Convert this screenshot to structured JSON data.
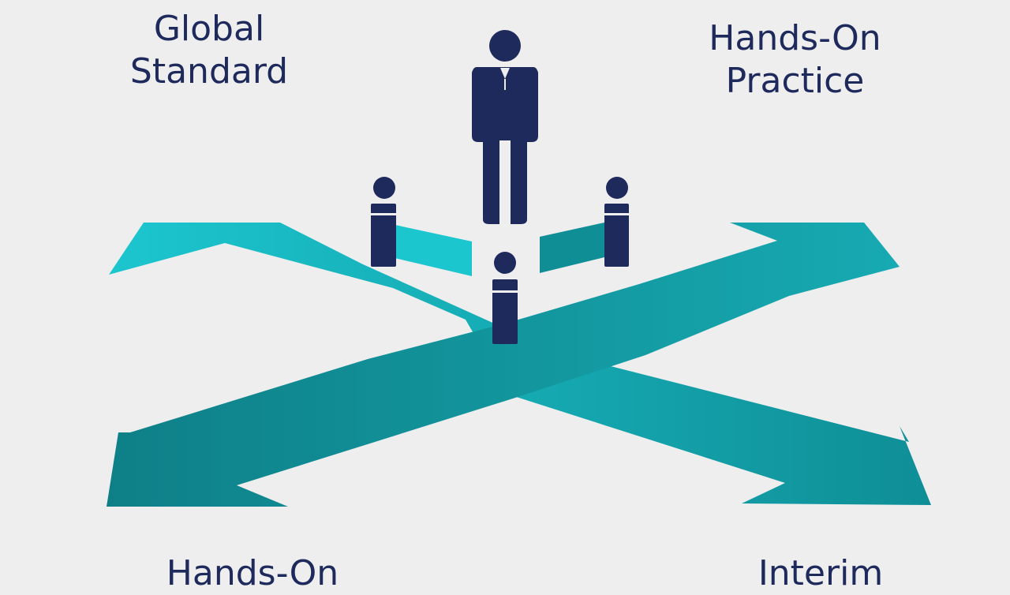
{
  "labels": {
    "top_left": [
      "Global",
      "Standard"
    ],
    "top_right": [
      "Hands-On",
      "Practice"
    ],
    "bottom_left": [
      "Hands-On"
    ],
    "bottom_right": [
      "Interim"
    ]
  },
  "colors": {
    "background": "#eeeeef",
    "figure": "#1f2a5c",
    "arrow_light": "#1cc6cf",
    "arrow_dark": "#0f8e96",
    "text": "#1f2a5c"
  }
}
